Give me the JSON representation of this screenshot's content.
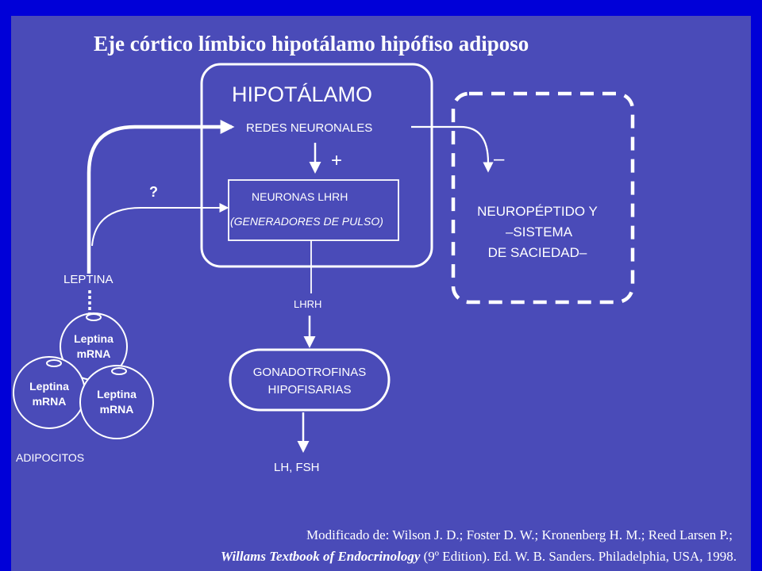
{
  "title": "Eje córtico límbico hipotálamo hipófiso adiposo",
  "nodes": {
    "hypothalamus": "HIPOTÁLAMO",
    "neural_networks": "REDES NEURONALES",
    "plus_sign": "+",
    "lhrh_neurons_line1": "NEURONAS LHRH",
    "lhrh_neurons_line2": "(GENERADORES DE PULSO)",
    "question_mark": "?",
    "minus_sign": "–",
    "npy_line1": "NEUROPÉPTIDO Y",
    "npy_line2": "–SISTEMA",
    "npy_line3": "DE SACIEDAD–",
    "leptin": "LEPTINA",
    "lhrh": "LHRH",
    "gonadotropins_line1": "GONADOTROFINAS",
    "gonadotropins_line2": "HIPOFISARIAS",
    "lh_fsh": "LH, FSH",
    "adipocytes": "ADIPOCITOS",
    "cell_text_line1": "Leptina",
    "cell_text_line2": "mRNA"
  },
  "citation": {
    "line1": "Modificado de: Wilson J. D.; Foster D. W.; Kronenberg H. M.; Reed Larsen P.;",
    "line2_italic": "Willams Textbook of Endocrinology",
    "line2_rest": " (9º Edition). Ed. W. B. Sanders. Philadelphia, USA, 1998."
  },
  "colors": {
    "frame_border": "#0000d8",
    "panel_background": "#4a4bb8",
    "foreground": "#ffffff"
  }
}
